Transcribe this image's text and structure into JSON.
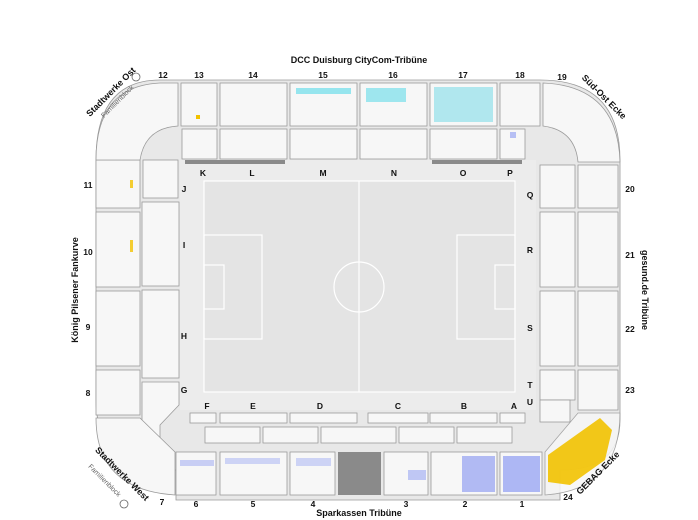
{
  "stands": {
    "north": {
      "name": "DCC Duisburg CityCom-Tribüne"
    },
    "south": {
      "name": "Sparkassen Tribüne"
    },
    "west": {
      "name": "König Pilsener Fankurve"
    },
    "east": {
      "name": "gesund.de Tribüne"
    },
    "nw": {
      "name": "Stadtwerke Ost",
      "sub": "Familienblock"
    },
    "sw": {
      "name": "Stadtwerke West",
      "sub": "Familienblock"
    },
    "ne": {
      "name": "Süd-Ost Ecke"
    },
    "se": {
      "name": "GEBAG Ecke"
    }
  },
  "block_numbers": {
    "n1": "1",
    "n2": "2",
    "n3": "3",
    "n4": "4",
    "n5": "5",
    "n6": "6",
    "n7": "7",
    "n8": "8",
    "n9": "9",
    "n10": "10",
    "n11": "11",
    "n12": "12",
    "n13": "13",
    "n14": "14",
    "n15": "15",
    "n16": "16",
    "n17": "17",
    "n18": "18",
    "n19": "19",
    "n20": "20",
    "n21": "21",
    "n22": "22",
    "n23": "23",
    "n24": "24"
  },
  "block_letters": {
    "A": "A",
    "B": "B",
    "C": "C",
    "D": "D",
    "E": "E",
    "F": "F",
    "G": "G",
    "H": "H",
    "I": "I",
    "J": "J",
    "K": "K",
    "L": "L",
    "M": "M",
    "N": "N",
    "O": "O",
    "P": "P",
    "Q": "Q",
    "R": "R",
    "S": "S",
    "T": "T",
    "U": "U"
  },
  "colors": {
    "available_blue": "#9aa6f2",
    "available_cyan": "#55d8e8",
    "available_yellow": "#f2c200",
    "selected_block": "#ffffaa",
    "dark_block": "#8a8a8a",
    "pitch": "#e4e4e4",
    "concourse": "#ececec"
  },
  "highlighted_blocks": [
    "G",
    "H",
    "I"
  ],
  "icons": {
    "family": "family-icon"
  }
}
